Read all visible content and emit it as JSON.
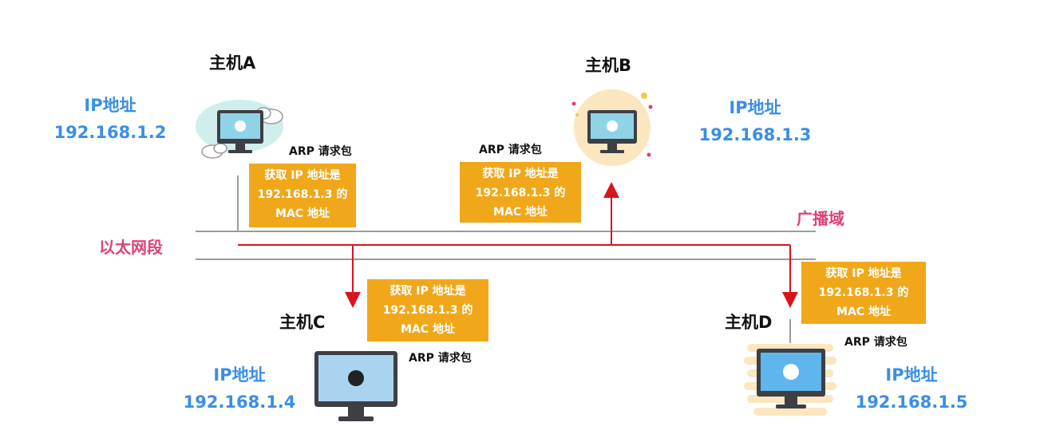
{
  "network": {
    "segment_label": "以太网段",
    "broadcast_label": "广播域"
  },
  "hosts": {
    "a": {
      "name": "主机A",
      "ip_label": "IP地址",
      "ip": "192.168.1.2"
    },
    "b": {
      "name": "主机B",
      "ip_label": "IP地址",
      "ip": "192.168.1.3"
    },
    "c": {
      "name": "主机C",
      "ip_label": "IP地址",
      "ip": "192.168.1.4"
    },
    "d": {
      "name": "主机D",
      "ip_label": "IP地址",
      "ip": "192.168.1.5"
    }
  },
  "arp": {
    "packet_label": "ARP  请求包",
    "message_lines": [
      "获取 IP 地址是",
      "192.168.1.3 的",
      "MAC 地址"
    ]
  },
  "colors": {
    "packet_box": "#f0a81a",
    "ip_text": "#3a8ee6",
    "segment_text": "#e0407a",
    "broadcast_line": "#d9141c",
    "ethernet_line": "#9a9a9a"
  }
}
